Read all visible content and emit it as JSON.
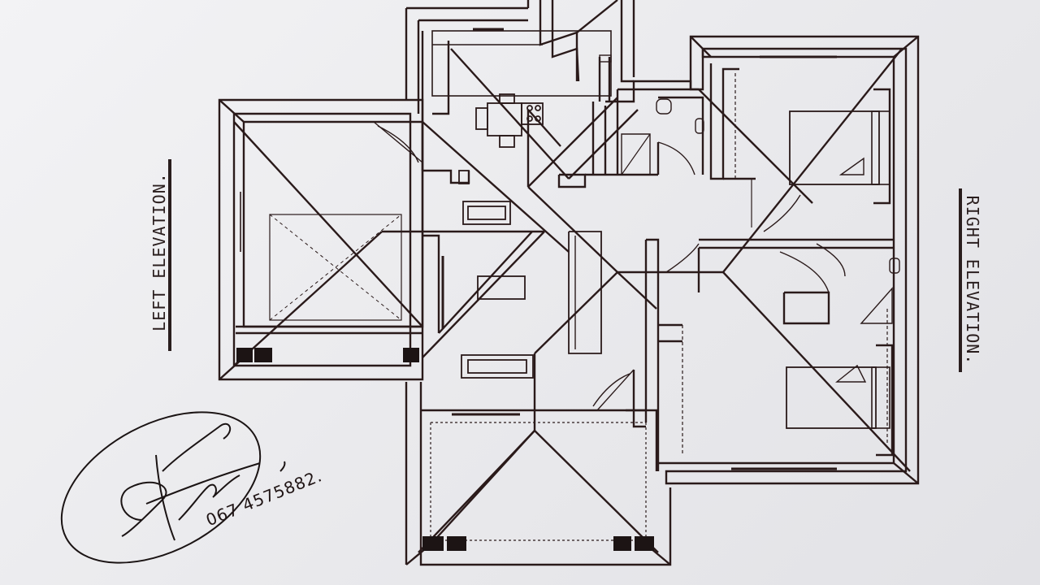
{
  "labels": {
    "left_elevation": "LEFT ELEVATION.",
    "right_elevation": "RIGHT ELEVATION.",
    "phone": "067 4575882."
  }
}
